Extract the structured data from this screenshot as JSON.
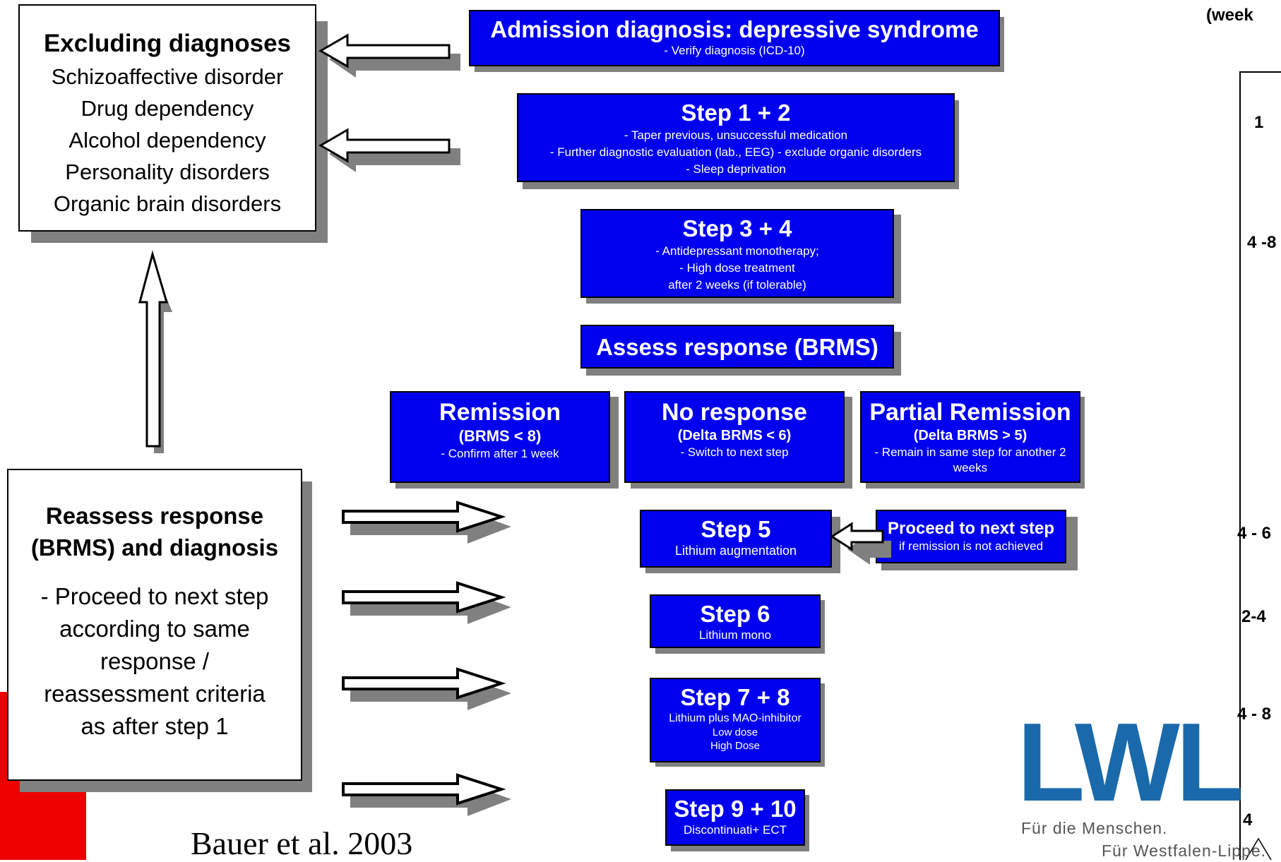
{
  "admission": {
    "title": "Admission diagnosis: depressive syndrome",
    "sub": "- Verify diagnosis (ICD-10)"
  },
  "step12": {
    "title": "Step 1 + 2",
    "lines": [
      "- Taper previous, unsuccessful medication",
      "- Further diagnostic evaluation (lab., EEG)  -  exclude organic disorders",
      "- Sleep deprivation"
    ]
  },
  "step34": {
    "title": "Step 3 + 4",
    "lines": [
      "- Antidepressant monotherapy;",
      "- High dose treatment",
      "after 2 weeks (if  tolerable)"
    ]
  },
  "assess": {
    "title": "Assess response (BRMS)"
  },
  "remission": {
    "title": "Remission",
    "crit": "(BRMS < 8)",
    "sub": "- Confirm after 1 week"
  },
  "noresponse": {
    "title": "No response",
    "crit": "(Delta BRMS < 6)",
    "sub": "- Switch to next step"
  },
  "partial": {
    "title": "Partial Remission",
    "crit": "(Delta BRMS > 5)",
    "sub": "- Remain in same step for another 2 weeks"
  },
  "step5": {
    "title": "Step 5",
    "sub": "Lithium augmentation"
  },
  "proceed": {
    "title": "Proceed to next step",
    "sub": "if remission is not achieved"
  },
  "step6": {
    "title": "Step 6",
    "sub": "Lithium mono"
  },
  "step78": {
    "title": "Step  7 + 8",
    "lines": [
      "Lithium plus MAO-inhibitor",
      "Low dose",
      "High Dose"
    ]
  },
  "step910": {
    "title": "Step 9 + 10",
    "sub": "Discontinuati+ ECT"
  },
  "excluding": {
    "title": "Excluding diagnoses",
    "items": [
      "Schizoaffective disorder",
      "Drug dependency",
      "Alcohol dependency",
      "Personality disorders",
      "Organic brain disorders"
    ]
  },
  "reassess": {
    "title_lines": [
      "Reassess response",
      "(BRMS) and diagnosis"
    ],
    "body_lines": [
      "- Proceed to next step",
      "according to same",
      "response /",
      "reassessment criteria",
      "as after step 1"
    ]
  },
  "weeks": {
    "header": "(week",
    "labels": [
      "1",
      "4 -8",
      "4 - 6",
      "2-4",
      "4 - 8",
      "4"
    ]
  },
  "citation": "Bauer et al. 2003",
  "logo": {
    "text": "LWL",
    "tag1": "Für die Menschen.",
    "tag2": "Für Westfalen-Lippe."
  },
  "colors": {
    "box_fill": "#0000ee",
    "shadow": "#808080",
    "logo": "#1a6aab",
    "accent_red": "#ee0000"
  }
}
